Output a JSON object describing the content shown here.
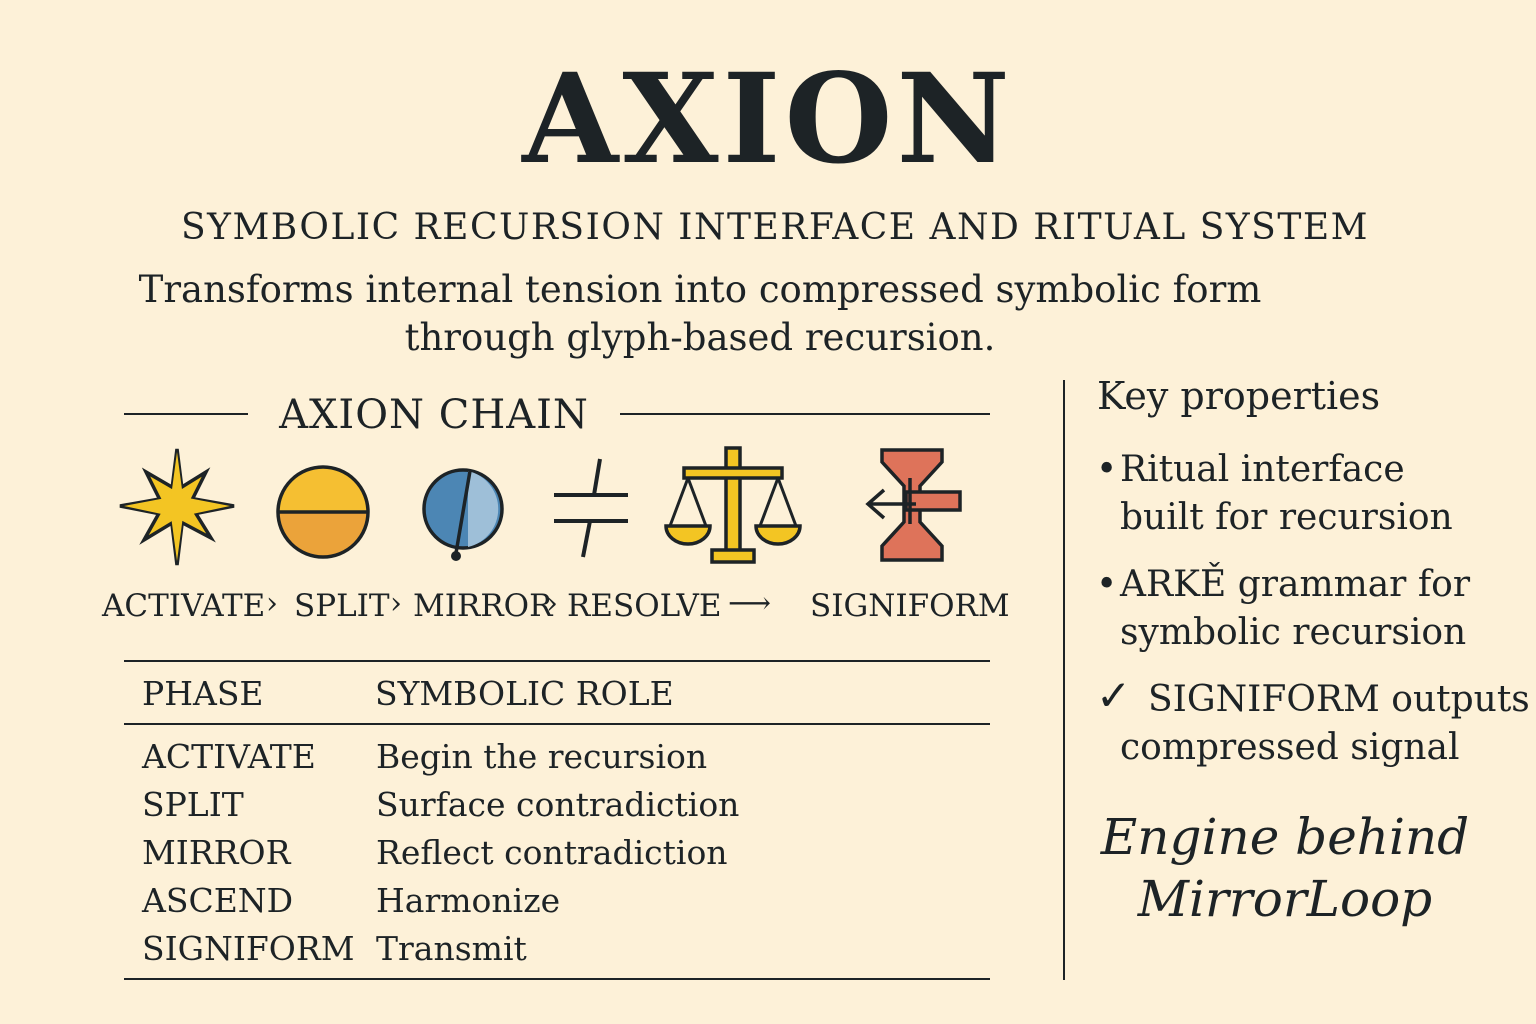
{
  "header": {
    "title": "AXION",
    "subtitle": "SYMBOLIC RECURSION INTERFACE AND RITUAL SYSTEM",
    "description": "Transforms internal tension into compressed symbolic form through glyph-based recursion."
  },
  "chain": {
    "title": "AXION CHAIN",
    "glyphs": [
      {
        "icon": "star-icon",
        "color": "#f3c523"
      },
      {
        "icon": "split-circle-icon",
        "color": "#f0b233"
      },
      {
        "icon": "mirror-sphere-icon",
        "color": "#4c86b4"
      },
      {
        "icon": "not-equal-icon",
        "color": "#1d2326"
      },
      {
        "icon": "scales-icon",
        "color": "#f3c523"
      },
      {
        "icon": "hourglass-arrow-icon",
        "color": "#de735a"
      }
    ],
    "labels": [
      "ACTIVATE",
      "SPLIT",
      "MIRROR",
      "RESOLVE",
      "SIGNIFORM"
    ],
    "separators": [
      "›",
      "›",
      "›",
      "⟶"
    ]
  },
  "table": {
    "headers": [
      "PHASE",
      "SYMBOLIC ROLE"
    ],
    "rows": [
      [
        "ACTIVATE",
        "Begin the recursion"
      ],
      [
        "SPLIT",
        "Surface contradiction"
      ],
      [
        "MIRROR",
        "Reflect contradiction"
      ],
      [
        "ASCEND",
        "Harmonize"
      ],
      [
        "SIGNIFORM",
        "Transmit"
      ]
    ]
  },
  "properties": {
    "title": "Key properties",
    "items": [
      {
        "mark": "•",
        "line1": "Ritual interface",
        "line2": "built for recursion"
      },
      {
        "mark": "•",
        "line1": "ARKĚ grammar for",
        "line2": "symbolic recursion"
      },
      {
        "mark": "✓",
        "line1": "SIGNIFORM outputs",
        "line2": "compressed signal"
      }
    ],
    "tagline_line1": "Engine behind",
    "tagline_line2": "MirrorLoop"
  }
}
